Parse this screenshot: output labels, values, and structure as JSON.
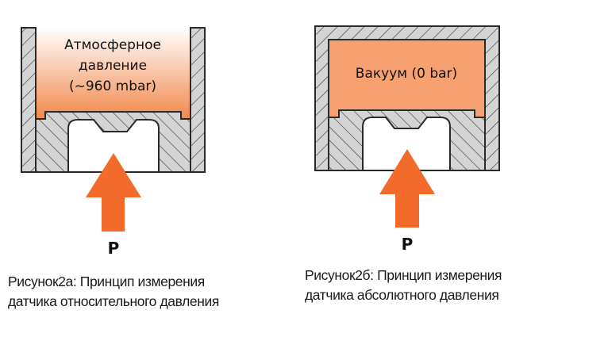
{
  "figure_a": {
    "label_lines": [
      "Атмосферное",
      "давление",
      "(~960 mbar)"
    ],
    "pressure_symbol": "P",
    "caption_lines": [
      "Рисунок2а: Принцип измерения",
      "датчика относительного давления"
    ]
  },
  "figure_b": {
    "label": "Вакуум (0 bar)",
    "pressure_symbol": "P",
    "caption_lines": [
      "Рисунок2б: Принцип измерения",
      "датчика абсолютного давления"
    ]
  },
  "colors": {
    "arrow": "#f26b2a",
    "vacuum_fill": "#f8a170",
    "atmosphere_gradient_bottom": "#f2874a",
    "hatch_fill": "#d4d4d4",
    "outline": "#2a2a2a"
  }
}
